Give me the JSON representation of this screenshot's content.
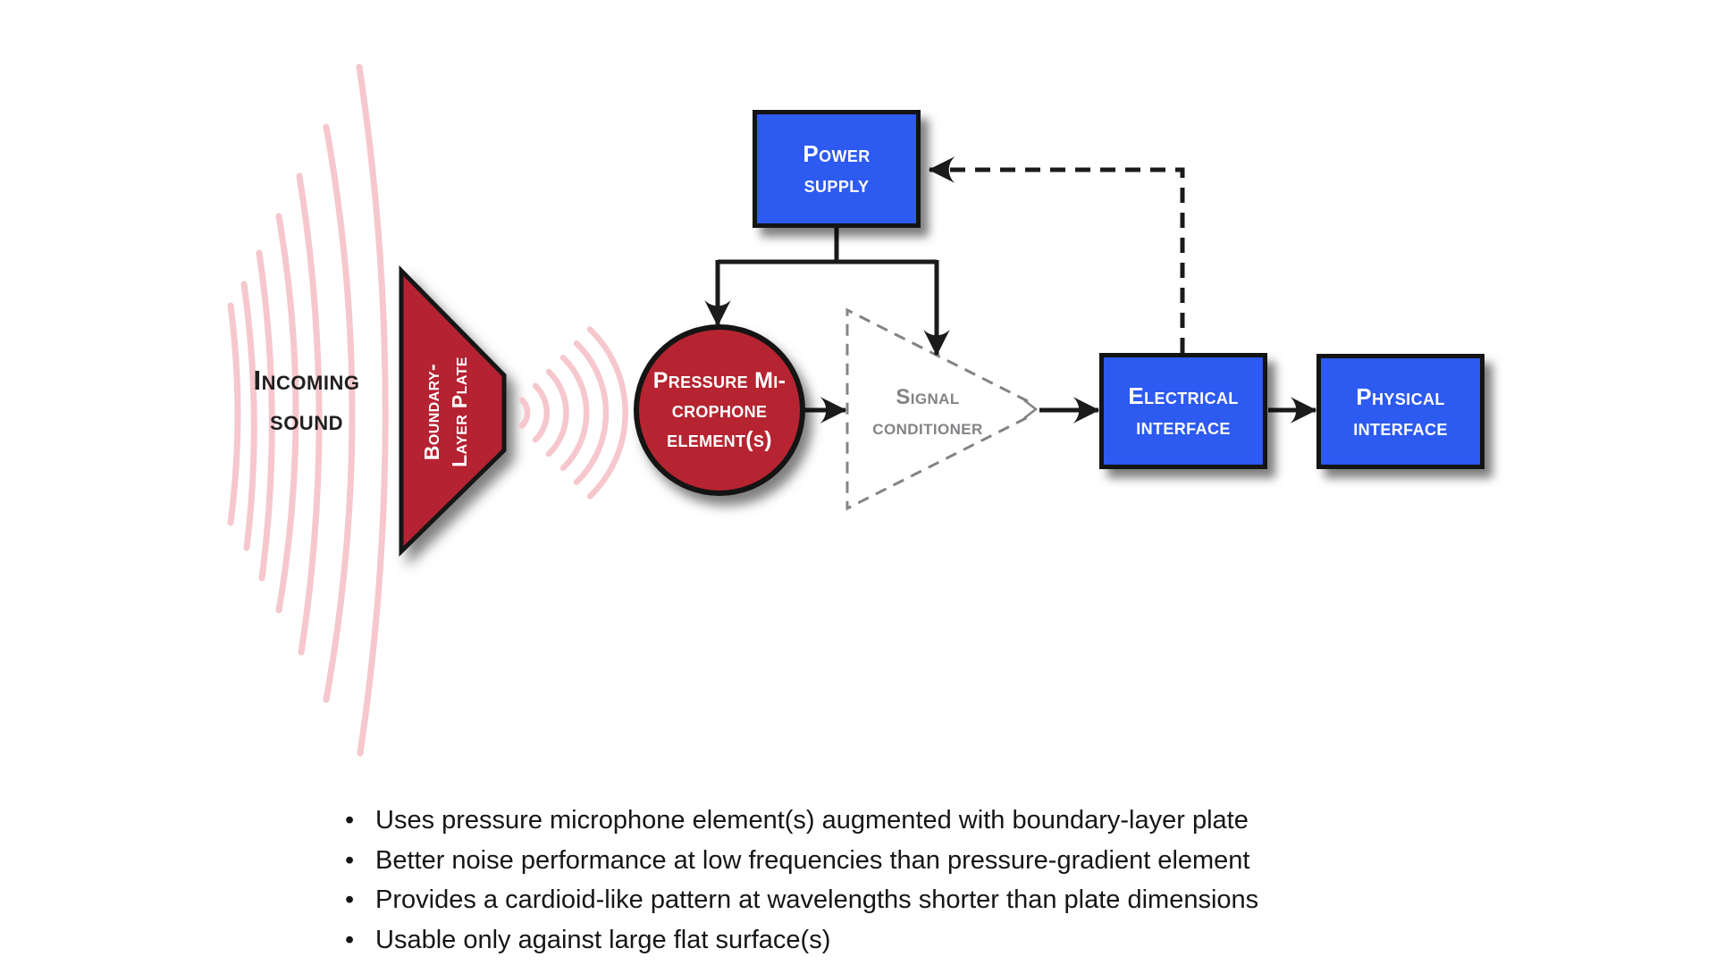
{
  "diagram": {
    "incoming_sound": {
      "line1": "Incoming",
      "line2": "sound"
    },
    "boundary_plate": {
      "line1": "Boundary-",
      "line2": "Layer Plate"
    },
    "mic_element": {
      "line1": "Pressure Mi-",
      "line2": "crophone",
      "line3": "element(s)"
    },
    "signal_conditioner": {
      "line1": "Signal",
      "line2": "conditioner"
    },
    "power_supply": {
      "line1": "Power",
      "line2": "supply"
    },
    "electrical_interface": {
      "line1": "Electrical",
      "line2": "interface"
    },
    "physical_interface": {
      "line1": "Physical",
      "line2": "interface"
    }
  },
  "colors": {
    "box_blue": "#2d5af0",
    "shape_red": "#b52430",
    "wave_pink": "#f5c1c6",
    "conditioner_gray": "#838387",
    "line_black": "#1b1b1b"
  },
  "bullet_marker": "•",
  "bullets": [
    "Uses pressure microphone element(s) augmented with boundary-layer plate",
    "Better noise performance at low frequencies than pressure-gradient element",
    "Provides a cardioid-like pattern at wavelengths shorter than plate dimensions",
    "Usable only against large flat surface(s)"
  ]
}
